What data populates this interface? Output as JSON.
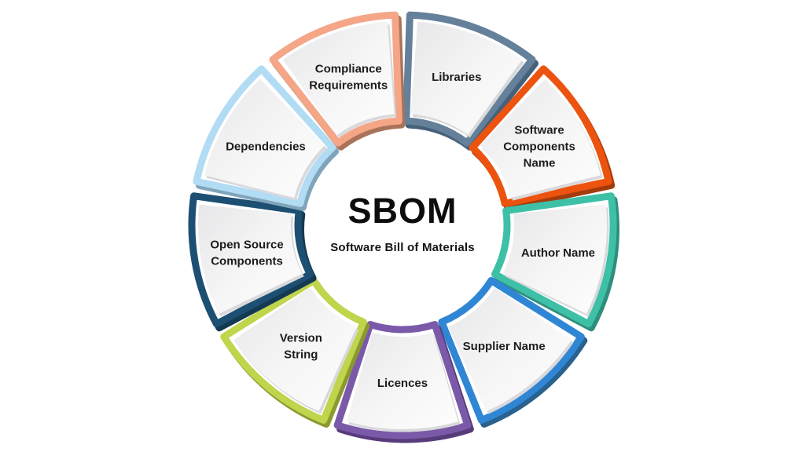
{
  "background_color": "#ffffff",
  "center": {
    "title": "SBOM",
    "subtitle": "Software Bill of Materials"
  },
  "segments": [
    {
      "label": "Libraries",
      "lines": [
        "Libraries"
      ],
      "color": "#64809A",
      "shadow_color": "#45617A"
    },
    {
      "label": "Software Components Name",
      "lines": [
        "Software",
        "Components",
        "Name"
      ],
      "color": "#EC530E",
      "shadow_color": "#A33B0D"
    },
    {
      "label": "Author Name",
      "lines": [
        "Author Name"
      ],
      "color": "#3EC0A7",
      "shadow_color": "#2E8F7C"
    },
    {
      "label": "Supplier Name",
      "lines": [
        "Supplier Name"
      ],
      "color": "#2F86D5",
      "shadow_color": "#29618F"
    },
    {
      "label": "Licences",
      "lines": [
        "Licences"
      ],
      "color": "#7B59A9",
      "shadow_color": "#573C7C"
    },
    {
      "label": "Version String",
      "lines": [
        "Version",
        "String"
      ],
      "color": "#C0D44C",
      "shadow_color": "#8C992F"
    },
    {
      "label": "Open Source Components",
      "lines": [
        "Open Source",
        "Components"
      ],
      "color": "#1D4F72",
      "shadow_color": "#143A52"
    },
    {
      "label": "Dependencies",
      "lines": [
        "Dependencies"
      ],
      "color": "#B2DBF4",
      "shadow_color": "#80A4BA"
    },
    {
      "label": "Compliance Requirements",
      "lines": [
        "Compliance",
        "Requirements"
      ],
      "color": "#F4A687",
      "shadow_color": "#A9735A"
    }
  ]
}
